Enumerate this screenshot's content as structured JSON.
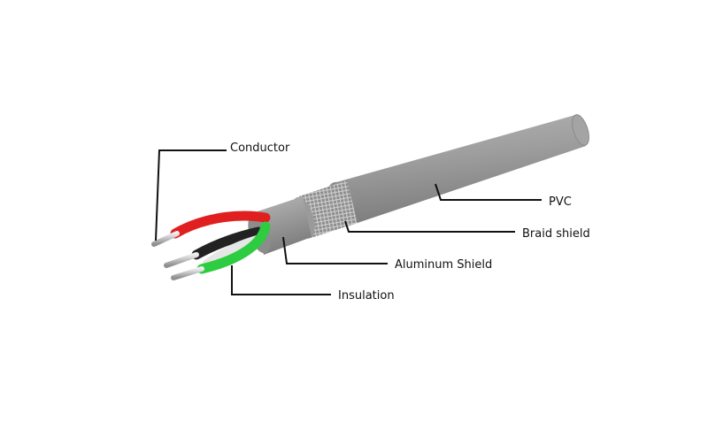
{
  "labels": {
    "conductor": "Conductor",
    "pvc": "PVC",
    "braid_shield": "Braid shield",
    "aluminum_shield": "Aluminum Shield",
    "insulation": "Insulation"
  },
  "colors": {
    "jacket": "#9a9a9a",
    "red_wire": "#e02020",
    "green_wire": "#2ecc40",
    "black_wire": "#222222",
    "white_wire": "#e6e6e6",
    "conductor_metal": "#c8c8c8",
    "leader_line": "#111111"
  }
}
